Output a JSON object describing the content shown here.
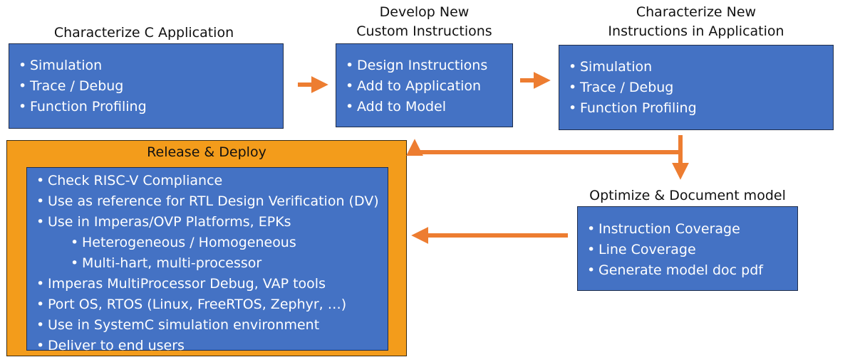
{
  "diagram": {
    "characterize_app": {
      "title": "Characterize C Application",
      "items": [
        "Simulation",
        "Trace / Debug",
        "Function Profiling"
      ]
    },
    "develop": {
      "title_line1": "Develop New",
      "title_line2": "Custom Instructions",
      "items": [
        "Design Instructions",
        "Add to Application",
        "Add to Model"
      ]
    },
    "characterize_new": {
      "title_line1": "Characterize New",
      "title_line2": "Instructions in Application",
      "items": [
        "Simulation",
        "Trace / Debug",
        "Function Profiling"
      ]
    },
    "optimize": {
      "title": "Optimize & Document model",
      "items": [
        "Instruction Coverage",
        "Line Coverage",
        "Generate model doc pdf"
      ]
    },
    "release": {
      "title": "Release & Deploy",
      "items": [
        "Check RISC-V Compliance",
        "Use as reference for RTL Design Verification (DV)",
        "Use in Imperas/OVP Platforms, EPKs",
        "Heterogeneous / Homogeneous",
        "Multi-hart, multi-processor",
        "Imperas MultiProcessor Debug, VAP tools",
        "Port OS, RTOS (Linux, FreeRTOS, Zephyr, …)",
        "Use in SystemC simulation environment",
        "Deliver to end users"
      ]
    },
    "colors": {
      "box_fill": "#4472C4",
      "orange": "#ED7D31",
      "release_fill": "#F39C1B"
    }
  }
}
